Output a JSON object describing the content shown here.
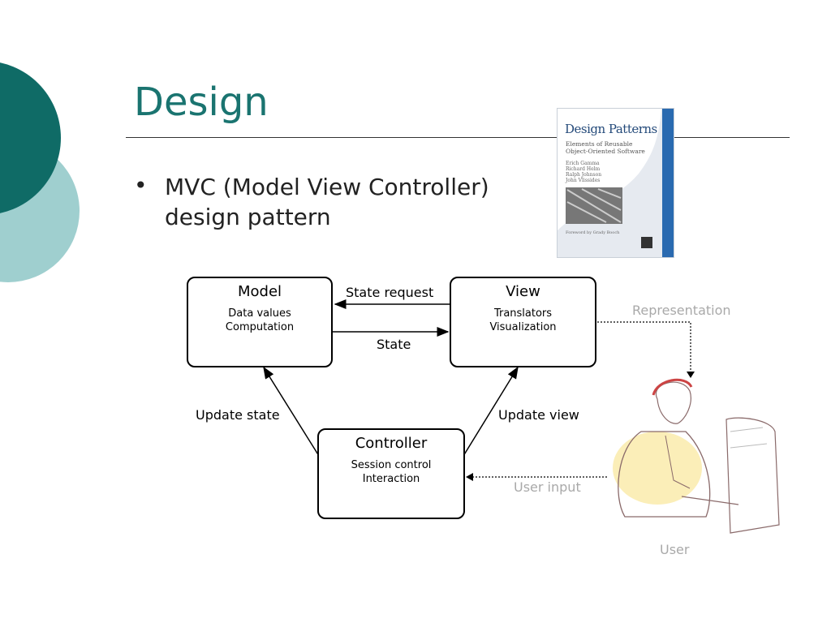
{
  "slide": {
    "title": "Design",
    "bullet_symbol": "•",
    "bullet_text": "MVC (Model View Controller) design pattern"
  },
  "book": {
    "title": "Design Patterns",
    "subtitle": "Elements of Reusable Object-Oriented Software",
    "authors": [
      "Erich Gamma",
      "Richard Helm",
      "Ralph Johnson",
      "John Vlissides"
    ],
    "foreword": "Foreword by Grady Booch"
  },
  "diagram": {
    "model": {
      "heading": "Model",
      "lines": [
        "Data values",
        "Computation"
      ]
    },
    "view": {
      "heading": "View",
      "lines": [
        "Translators",
        "Visualization"
      ]
    },
    "controller": {
      "heading": "Controller",
      "lines": [
        "Session control",
        "Interaction"
      ]
    },
    "edges": {
      "state_request": "State request",
      "state": "State",
      "update_state": "Update state",
      "update_view": "Update view",
      "representation": "Representation",
      "user_input": "User input",
      "user": "User"
    }
  },
  "colors": {
    "accent": "#1a7470",
    "circle_dark": "#0f6b66",
    "circle_light": "#9fcfcf",
    "muted_label": "#a9a9a9"
  }
}
